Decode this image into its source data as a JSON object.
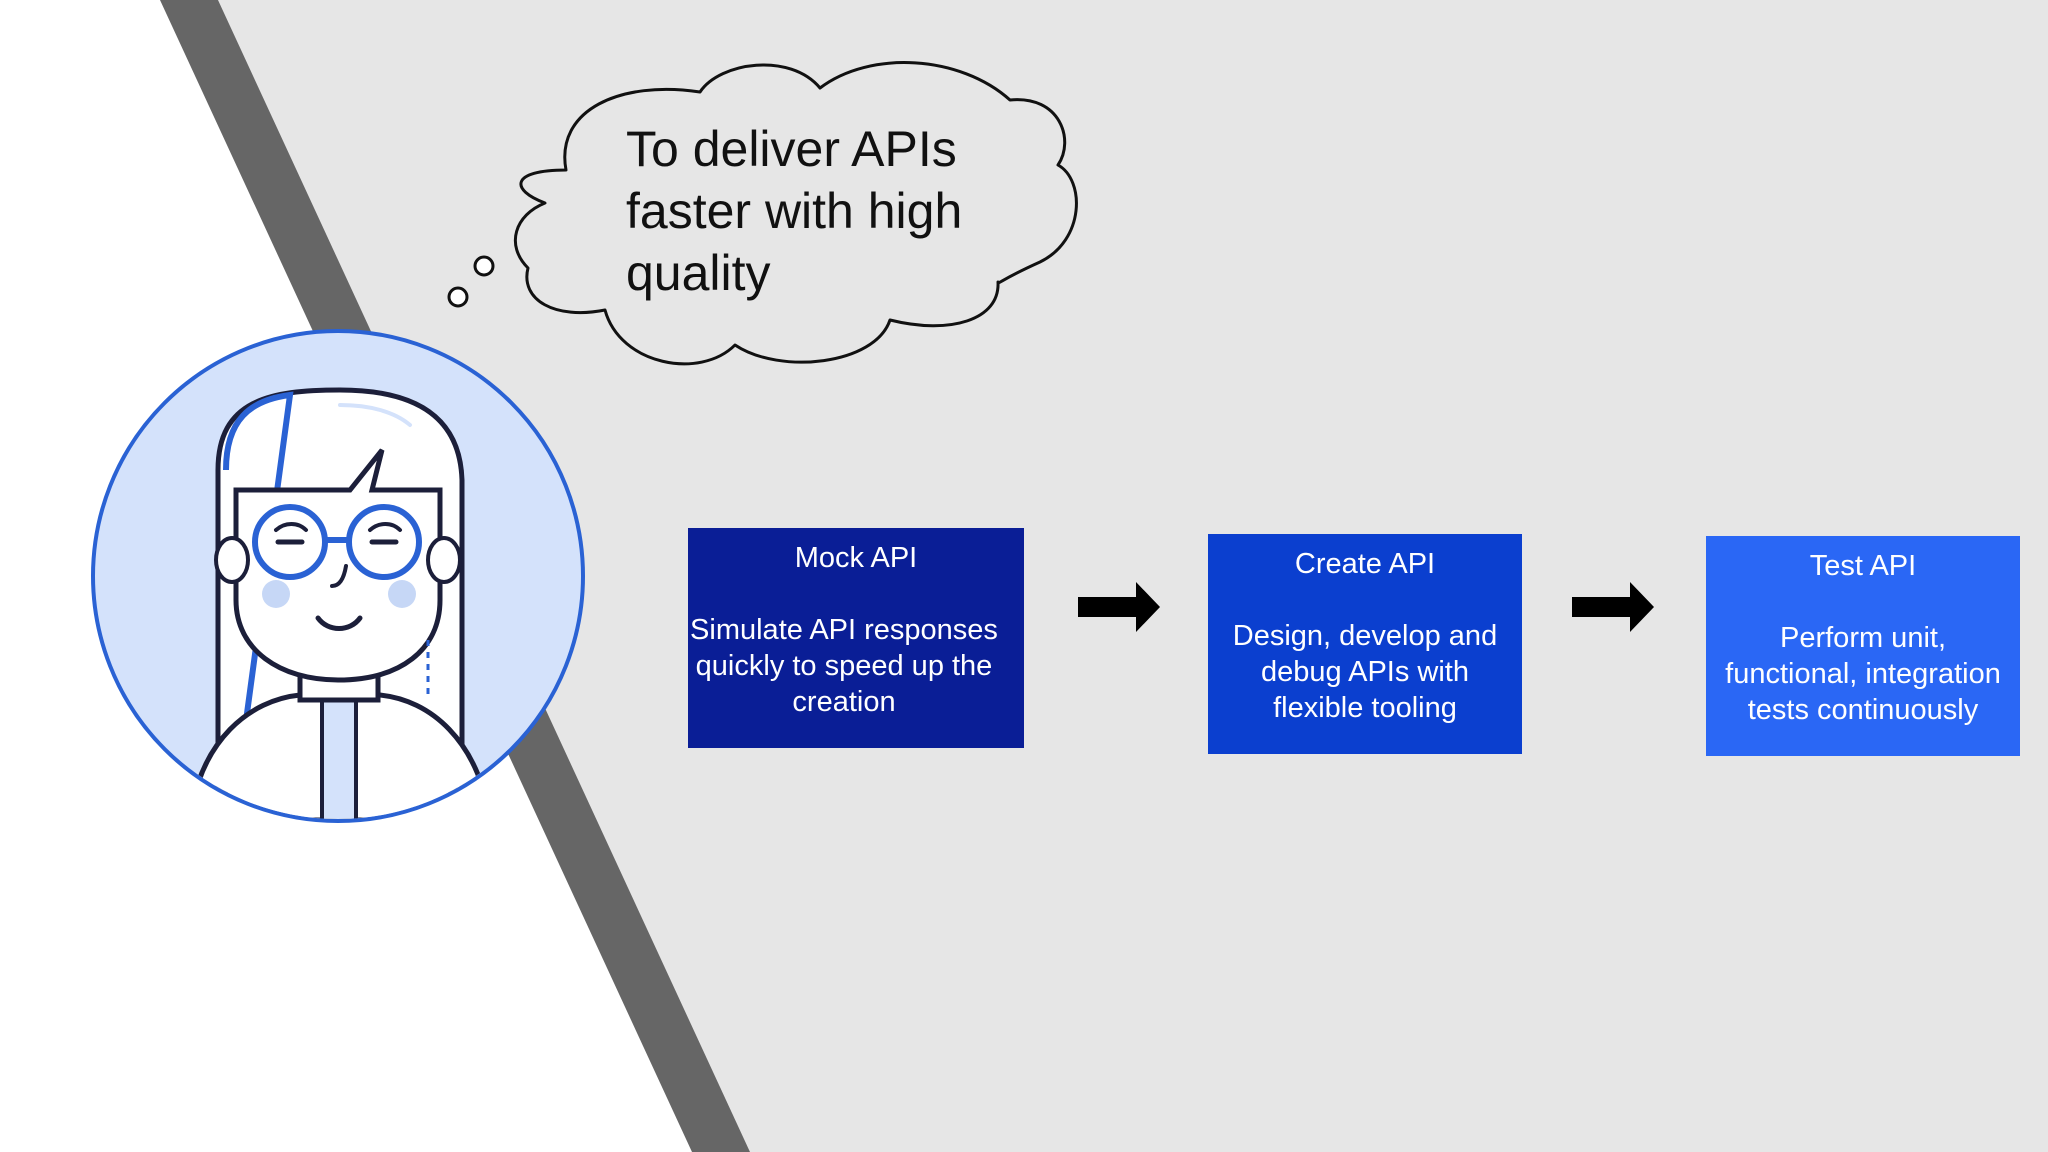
{
  "thought_bubble": {
    "text": "To deliver APIs\nfaster with high\nquality"
  },
  "steps": [
    {
      "title": "Mock API",
      "description": "Simulate API responses\nquickly to speed up the\ncreation",
      "color": "#0a1e96"
    },
    {
      "title": "Create API",
      "description": "Design, develop and\ndebug APIs with\nflexible tooling",
      "color": "#0b3fcf"
    },
    {
      "title": "Test API",
      "description": "Perform unit,\nfunctional, integration\ntests continuously",
      "color": "#2a67f5"
    }
  ],
  "colors": {
    "panel_background": "#e6e6e6",
    "diagonal_stripe": "#666666",
    "avatar_ring": "#2a62d4",
    "avatar_fill": "#d4e2fb",
    "arrow": "#000000"
  },
  "icons": {
    "avatar": "person-with-glasses-illustration",
    "bubble": "thought-cloud",
    "flow_arrow": "right-arrow"
  }
}
